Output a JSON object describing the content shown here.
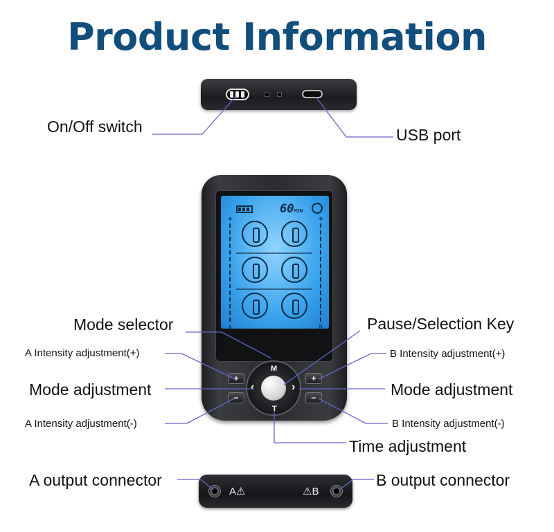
{
  "title": "Product Information",
  "labels": {
    "on_off_switch": "On/Off switch",
    "usb_port": "USB port",
    "mode_selector": "Mode selector",
    "pause_selection_key": "Pause/Selection Key",
    "a_intensity_plus": "A Intensity adjustment(+)",
    "b_intensity_plus": "B Intensity adjustment(+)",
    "mode_adjustment_left": "Mode adjustment",
    "mode_adjustment_right": "Mode adjustment",
    "a_intensity_minus": "A Intensity adjustment(-)",
    "b_intensity_minus": "B Intensity adjustment(-)",
    "time_adjustment": "Time adjustment",
    "a_output_connector": "A output connector",
    "b_output_connector": "B output connector"
  },
  "device": {
    "timer_value": "60",
    "timer_unit": "MIN",
    "channel_a": "A",
    "channel_b": "B",
    "plus_symbol": "+",
    "minus_symbol": "−",
    "key_mode": "M",
    "key_time": "T",
    "key_left": "‹",
    "key_right": "›",
    "connector_a": "A⚠",
    "connector_b": "⚠B"
  },
  "colors": {
    "title": "#124e7c",
    "leader_line": "#6a63c9",
    "screen": "#3aa3ec"
  }
}
